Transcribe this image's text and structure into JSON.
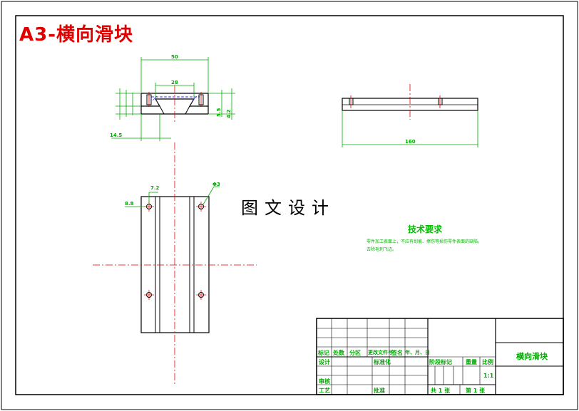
{
  "drawing": {
    "title": "A3-横向滑块",
    "watermark": "图文设计"
  },
  "dimensions": {
    "width_50": "50",
    "width_28": "28",
    "offset_14_5": "14.5",
    "h_5_5": "5.5",
    "h_4_2": "4.2",
    "length_160": "160",
    "pos_7_2": "7.2",
    "pos_8_8": "8.8",
    "hole_dia": "Φ3"
  },
  "technical_requirements": {
    "heading": "技术要求",
    "lines": [
      "零件加工表面上，不应有划痕、擦伤等损伤零件表面的缺陷。",
      "去除毛刺飞边。"
    ]
  },
  "title_block": {
    "part_name": "横向滑块",
    "headers": [
      "标记",
      "处数",
      "分区",
      "更改文件号",
      "签名",
      "年、月、日"
    ],
    "row_design": "设计",
    "row_standard": "标准化",
    "row_review": "审核",
    "row_process": "工艺",
    "row_approve": "批准",
    "stage_mark": "阶段标记",
    "weight": "重量",
    "scale": "比例",
    "scale_value": "1:1",
    "total_sheets": "共 1 张",
    "sheet_no": "第 1 张"
  },
  "colors": {
    "outline": "#000000",
    "dimension": "#00aa00",
    "centerline": "#e00000",
    "hidden": "#3333ff",
    "title": "#e00000"
  }
}
